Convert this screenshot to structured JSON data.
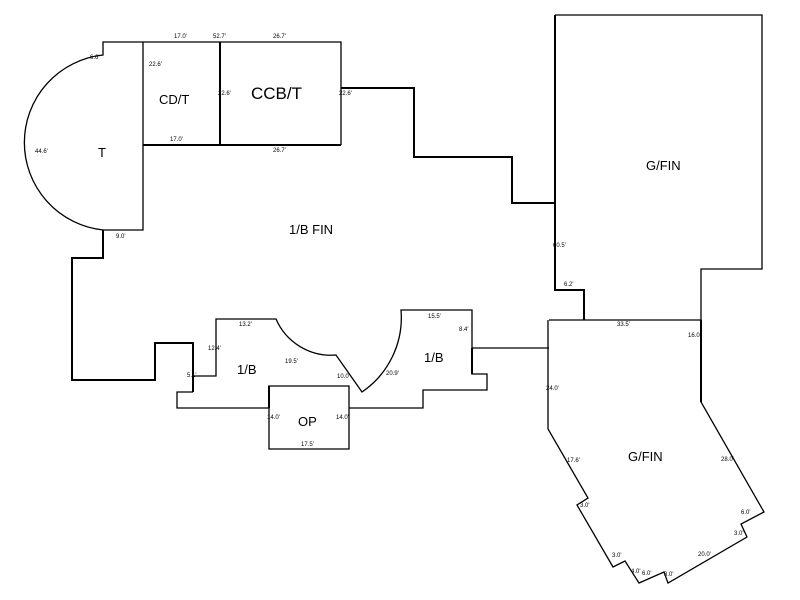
{
  "rooms": {
    "t": "T",
    "cdt": "CD/T",
    "ccbt": "CCB/T",
    "main": "1/B FIN",
    "gfin_upper": "G/FIN",
    "gfin_lower": "G/FIN",
    "b_left": "1/B",
    "b_right": "1/B",
    "op": "OP"
  },
  "dimensions": {
    "t_top": "6.6'",
    "t_arc": "44.6'",
    "t_bottom": "9.0'",
    "cdt_top": "17.0'",
    "cdt_left": "22.6'",
    "cdt_bottom": "17.0'",
    "total_top": "52.7'",
    "ccbt_top": "26.7'",
    "ccbt_left": "22.6'",
    "ccbt_right": "22.6'",
    "ccbt_bottom": "26.7'",
    "g_left": "60.5'",
    "g_step": "6.2'",
    "lg_top": "33.5'",
    "lg_right_top": "16.0'",
    "lg_left": "24.0'",
    "lg_left_diag": "17.6'",
    "lg_step1": "3.0'",
    "lg_step2": "3.0'",
    "lg_step3": "4.0'",
    "lg_bottom1": "6.0'",
    "lg_step4": "3.0'",
    "lg_bottom2": "20.0'",
    "lg_step5": "3.0'",
    "lg_step6": "6.0'",
    "lg_right_diag": "28.0'",
    "bl_top": "13.2'",
    "bl_left": "12.4'",
    "bl_step": "5.1'",
    "bl_arc": "19.5'",
    "bl_diag": "10.0'",
    "br_arc": "20.9'",
    "br_top": "15.5'",
    "br_right": "8.4'",
    "op_left": "14.0'",
    "op_right": "14.0'",
    "op_bottom": "17.5'"
  }
}
